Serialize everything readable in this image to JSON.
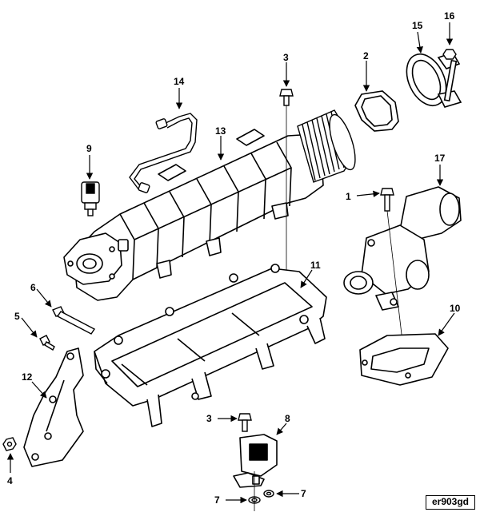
{
  "diagram": {
    "callouts": [
      {
        "id": "c1",
        "label": "1"
      },
      {
        "id": "c2",
        "label": "2"
      },
      {
        "id": "c3a",
        "label": "3"
      },
      {
        "id": "c3b",
        "label": "3"
      },
      {
        "id": "c4",
        "label": "4"
      },
      {
        "id": "c5",
        "label": "5"
      },
      {
        "id": "c6",
        "label": "6"
      },
      {
        "id": "c7a",
        "label": "7"
      },
      {
        "id": "c7b",
        "label": "7"
      },
      {
        "id": "c8",
        "label": "8"
      },
      {
        "id": "c9",
        "label": "9"
      },
      {
        "id": "c10",
        "label": "10"
      },
      {
        "id": "c11",
        "label": "11"
      },
      {
        "id": "c12",
        "label": "12"
      },
      {
        "id": "c13",
        "label": "13"
      },
      {
        "id": "c14",
        "label": "14"
      },
      {
        "id": "c15",
        "label": "15"
      },
      {
        "id": "c16",
        "label": "16"
      },
      {
        "id": "c17",
        "label": "17"
      }
    ],
    "reference_code": "er903gd"
  }
}
